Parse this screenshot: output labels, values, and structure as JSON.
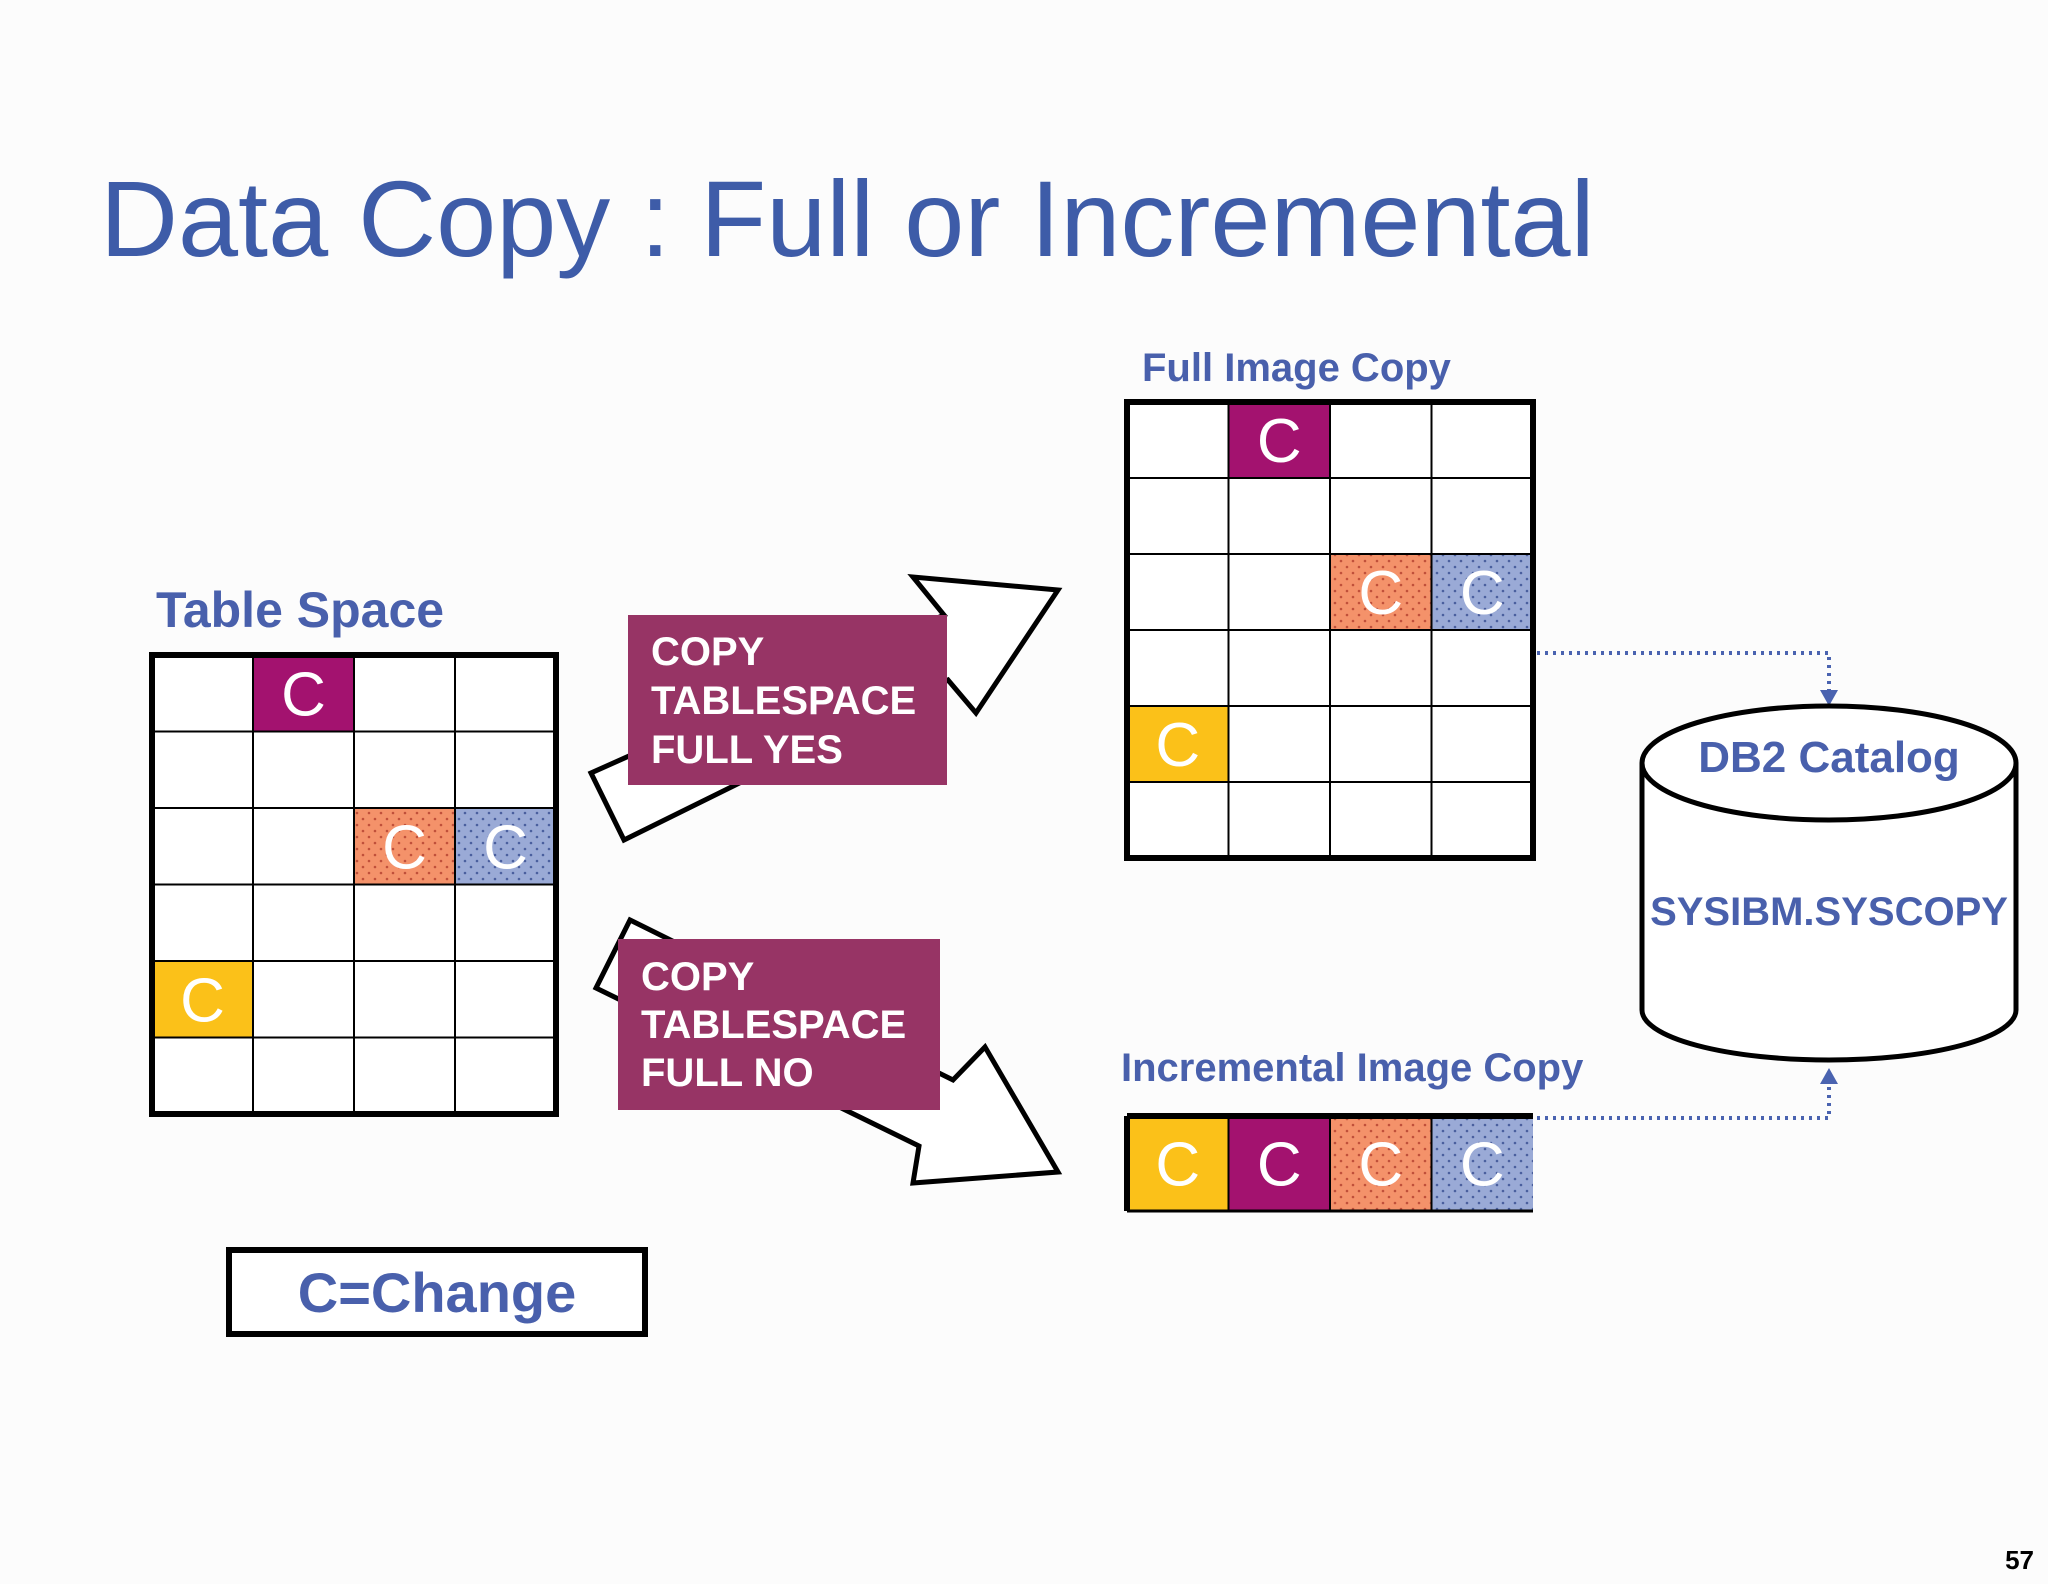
{
  "title": "Data Copy : Full or Incremental",
  "page_number": "57",
  "colors": {
    "title": "#3e5ca8",
    "label": "#4960ac",
    "command_box": "#973465",
    "magenta": "#a3126f",
    "salmon": "#f4926a",
    "lavender": "#9aaad6",
    "yellow": "#fbc119",
    "connector": "#4a63b0"
  },
  "table_space": {
    "label": "Table Space",
    "rows": 6,
    "cols": 4,
    "changed_cells": [
      {
        "row": 0,
        "col": 1,
        "color": "magenta",
        "text": "C"
      },
      {
        "row": 2,
        "col": 2,
        "color": "salmon",
        "text": "C"
      },
      {
        "row": 2,
        "col": 3,
        "color": "lavender",
        "text": "C"
      },
      {
        "row": 4,
        "col": 0,
        "color": "yellow",
        "text": "C"
      }
    ]
  },
  "full_image_copy": {
    "label": "Full Image Copy",
    "rows": 6,
    "cols": 4,
    "changed_cells": [
      {
        "row": 0,
        "col": 1,
        "color": "magenta",
        "text": "C"
      },
      {
        "row": 2,
        "col": 2,
        "color": "salmon",
        "text": "C"
      },
      {
        "row": 2,
        "col": 3,
        "color": "lavender",
        "text": "C"
      },
      {
        "row": 4,
        "col": 0,
        "color": "yellow",
        "text": "C"
      }
    ]
  },
  "incremental_image_copy": {
    "label": "Incremental Image Copy",
    "cells": [
      {
        "color": "yellow",
        "text": "C"
      },
      {
        "color": "magenta",
        "text": "C"
      },
      {
        "color": "salmon",
        "text": "C"
      },
      {
        "color": "lavender",
        "text": "C"
      }
    ]
  },
  "commands": {
    "full": {
      "lines": [
        "COPY",
        "TABLESPACE",
        "FULL YES"
      ]
    },
    "incremental": {
      "lines": [
        "COPY",
        "TABLESPACE",
        "FULL NO"
      ]
    }
  },
  "catalog": {
    "title": "DB2 Catalog",
    "table": "SYSIBM.SYSCOPY"
  },
  "legend": "C=Change"
}
